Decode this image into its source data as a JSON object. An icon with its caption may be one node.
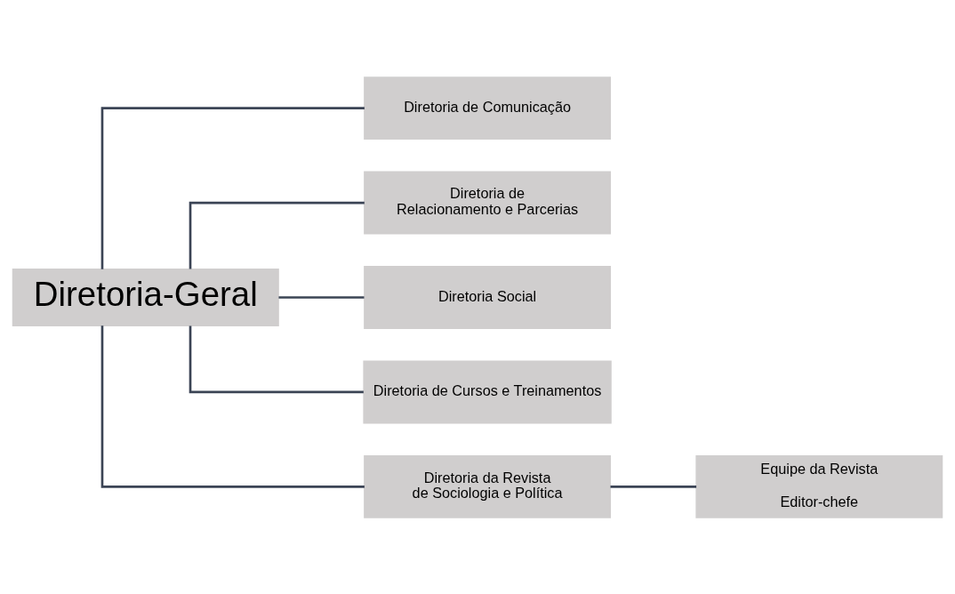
{
  "diagram": {
    "nodes": [
      {
        "text": [
          "Diretoria-Geral"
        ]
      },
      {
        "text": [
          "Diretoria de Comunicação"
        ]
      },
      {
        "text": [
          "Diretoria de Relacionamento e Parcerias"
        ]
      },
      {
        "text": [
          "Diretoria Social"
        ]
      },
      {
        "text": [
          "Diretoria de Cursos e Treinamentos"
        ]
      },
      {
        "text": [
          "Diretoria da Revista de Sociologia e Política"
        ]
      },
      {
        "text": [
          "Equipe da Revista",
          "Editor-chefe"
        ]
      }
    ],
    "edges": [
      {
        "from": 0,
        "to": 1,
        "arrow": "none"
      },
      {
        "from": 0,
        "to": 2,
        "arrow": "none"
      },
      {
        "from": 0,
        "to": 3,
        "arrow": "none"
      },
      {
        "from": 0,
        "to": 4,
        "arrow": "none"
      },
      {
        "from": 0,
        "to": 5,
        "arrow": "none"
      },
      {
        "from": 5,
        "to": 6,
        "arrow": "none"
      }
    ]
  }
}
